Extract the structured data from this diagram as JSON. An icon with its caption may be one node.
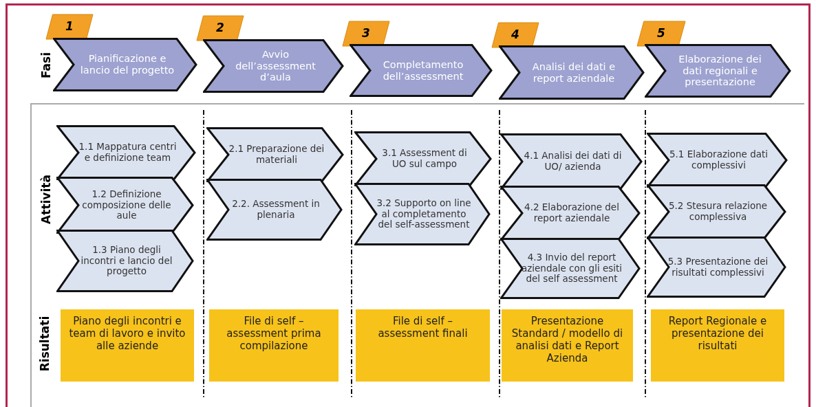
{
  "diagram": {
    "nodes": [
      {
        "text": [
          "1"
        ]
      },
      {
        "text": [
          "Pianificazione e lancio  del progetto"
        ]
      },
      {
        "text": [
          "2"
        ]
      },
      {
        "text": [
          "Avvio dell’assessment d’aula"
        ]
      },
      {
        "text": [
          "3"
        ]
      },
      {
        "text": [
          "Completamento dell’assessment"
        ]
      },
      {
        "text": [
          "4"
        ]
      },
      {
        "text": [
          "Analisi dei dati e report aziendale"
        ]
      },
      {
        "text": [
          "5"
        ]
      },
      {
        "text": [
          "Elaborazione dei dati regionali e presentazione"
        ]
      },
      {
        "text": [
          "1.1 Mappatura centri e definizione team"
        ]
      },
      {
        "text": [
          "1.2 Definizione composizione delle aule"
        ]
      },
      {
        "text": [
          "1.3 Piano degli incontri e lancio del progetto"
        ]
      },
      {
        "text": [
          "2.1 Preparazione dei materiali"
        ]
      },
      {
        "text": [
          "2.2. Assessment in plenaria"
        ]
      },
      {
        "text": [
          "3.1 Assessment di UO sul campo"
        ]
      },
      {
        "text": [
          "3.2 Supporto on line al completamento del self-assessment"
        ]
      },
      {
        "text": [
          "4.1 Analisi dei dati di UO/ azienda"
        ]
      },
      {
        "text": [
          "4.2 Elaborazione del report aziendale"
        ]
      },
      {
        "text": [
          "4.3 Invio del report aziendale con gli esiti del self assessment"
        ]
      },
      {
        "text": [
          "5.1 Elaborazione dati complessivi"
        ]
      },
      {
        "text": [
          "5.2 Stesura relazione complessiva"
        ]
      },
      {
        "text": [
          "5.3 Presentazione dei risultati complessivi"
        ]
      },
      {
        "text": [
          "Piano degli incontri e team di lavoro e invito alle aziende"
        ]
      },
      {
        "text": [
          "File di self – assessment prima compilazione"
        ]
      },
      {
        "text": [
          "File di self – assessment finali"
        ]
      },
      {
        "text": [
          "Presentazione Standard / modello di analisi dati e Report Azienda"
        ]
      },
      {
        "text": [
          "Report Regionale e presentazione dei risultati"
        ]
      }
    ],
    "labels": [
      "Fasi",
      "Attività",
      "Risultati"
    ]
  }
}
